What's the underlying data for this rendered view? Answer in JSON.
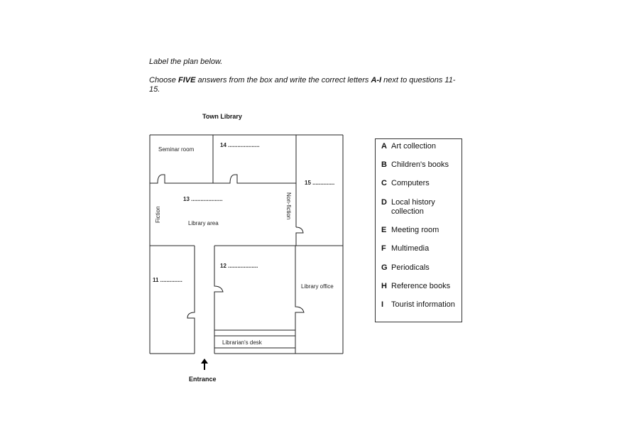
{
  "instructions": {
    "line1": "Label the plan below.",
    "line2_pre": "Choose ",
    "line2_bold1": "FIVE",
    "line2_mid": " answers from the box and write the correct letters ",
    "line2_bold2": "A-I",
    "line2_post": " next to questions 11-15."
  },
  "plan": {
    "title": "Town Library",
    "rooms": {
      "seminar": "Seminar room",
      "library_area": "Library area",
      "library_office": "Library office",
      "librarians_desk": "Librarian's desk",
      "fiction": "Fiction",
      "non_fiction": "Non-fiction"
    },
    "questions": {
      "q11": "11 ..............",
      "q12": "12 ...................",
      "q13": "13 ....................",
      "q14": "14 ....................",
      "q15": "15 .............."
    },
    "entrance": "Entrance",
    "arrow": "↑",
    "line_color": "#222222"
  },
  "options": [
    {
      "letter": "A",
      "text": "Art collection"
    },
    {
      "letter": "B",
      "text": "Children's books"
    },
    {
      "letter": "C",
      "text": "Computers"
    },
    {
      "letter": "D",
      "text": "Local history collection"
    },
    {
      "letter": "E",
      "text": "Meeting room"
    },
    {
      "letter": "F",
      "text": "Multimedia"
    },
    {
      "letter": "G",
      "text": "Periodicals"
    },
    {
      "letter": "H",
      "text": "Reference books"
    },
    {
      "letter": "I",
      "text": "Tourist information"
    }
  ]
}
